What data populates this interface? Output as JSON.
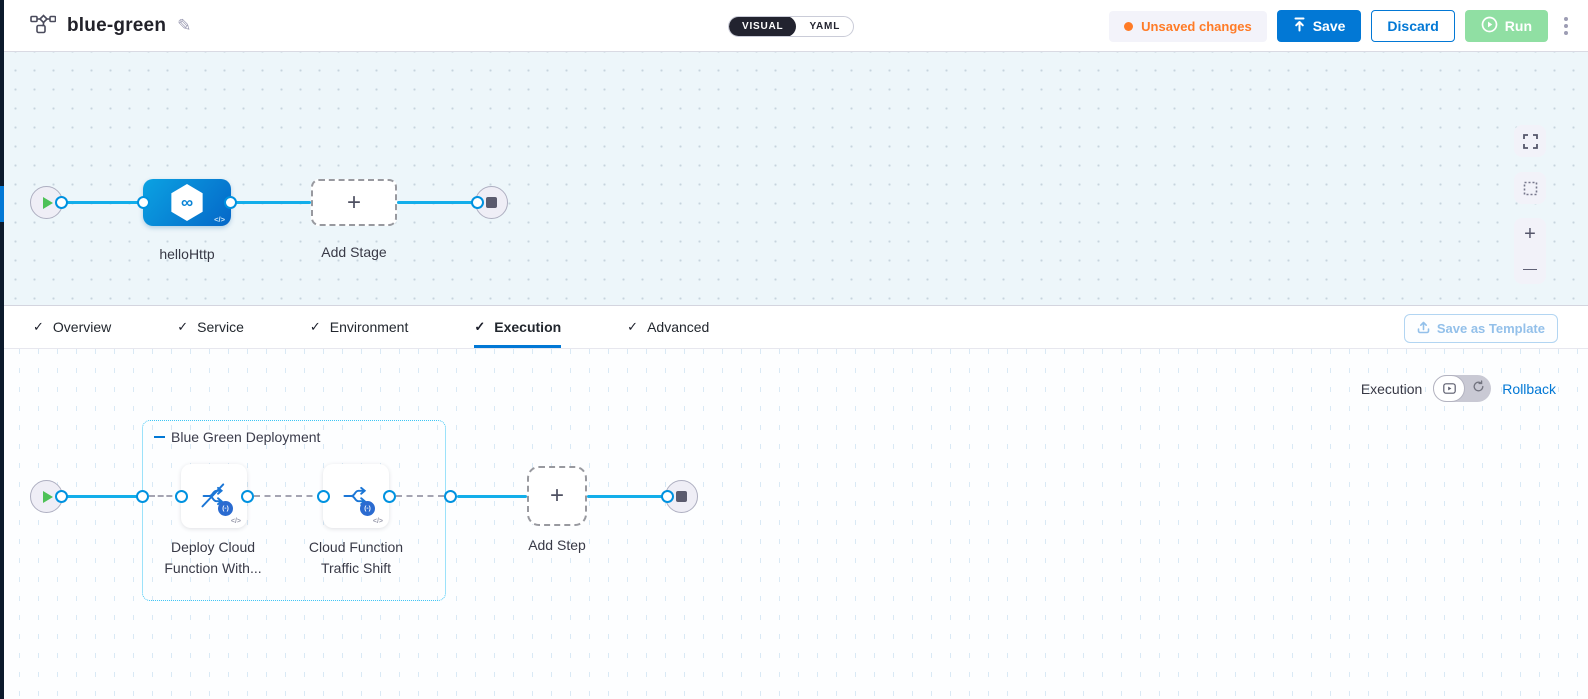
{
  "header": {
    "title": "blue-green",
    "mode_toggle": {
      "visual": "VISUAL",
      "yaml": "YAML",
      "selected": "VISUAL"
    },
    "unsaved_badge": "Unsaved changes",
    "save_label": "Save",
    "discard_label": "Discard",
    "run_label": "Run"
  },
  "stage_canvas": {
    "stage_name": "helloHttp",
    "add_stage_label": "Add Stage"
  },
  "tabs": {
    "check_glyph": "✓",
    "items": [
      {
        "label": "Overview"
      },
      {
        "label": "Service"
      },
      {
        "label": "Environment"
      },
      {
        "label": "Execution"
      },
      {
        "label": "Advanced"
      }
    ],
    "active": "Execution",
    "save_as_template_label": "Save as Template"
  },
  "execution_canvas": {
    "mode_label": "Execution",
    "rollback_label": "Rollback",
    "group_label": "Blue Green Deployment",
    "steps": [
      {
        "name": "Deploy Cloud Function With..."
      },
      {
        "name": "Cloud Function Traffic Shift"
      }
    ],
    "add_step_label": "Add Step"
  },
  "icons": {
    "edit": "✎",
    "plus": "+",
    "infinity": "∞",
    "code": "</>",
    "function_badge": "(-)",
    "zoom_in": "+",
    "zoom_out": "—"
  },
  "colors": {
    "primary_blue": "#0278d5",
    "connector_cyan": "#12aeea",
    "unsaved_orange": "#ff7b26",
    "run_green": "#90dfa3",
    "stage_gradient_start": "#0ba2e2",
    "stage_gradient_end": "#0567c8"
  }
}
